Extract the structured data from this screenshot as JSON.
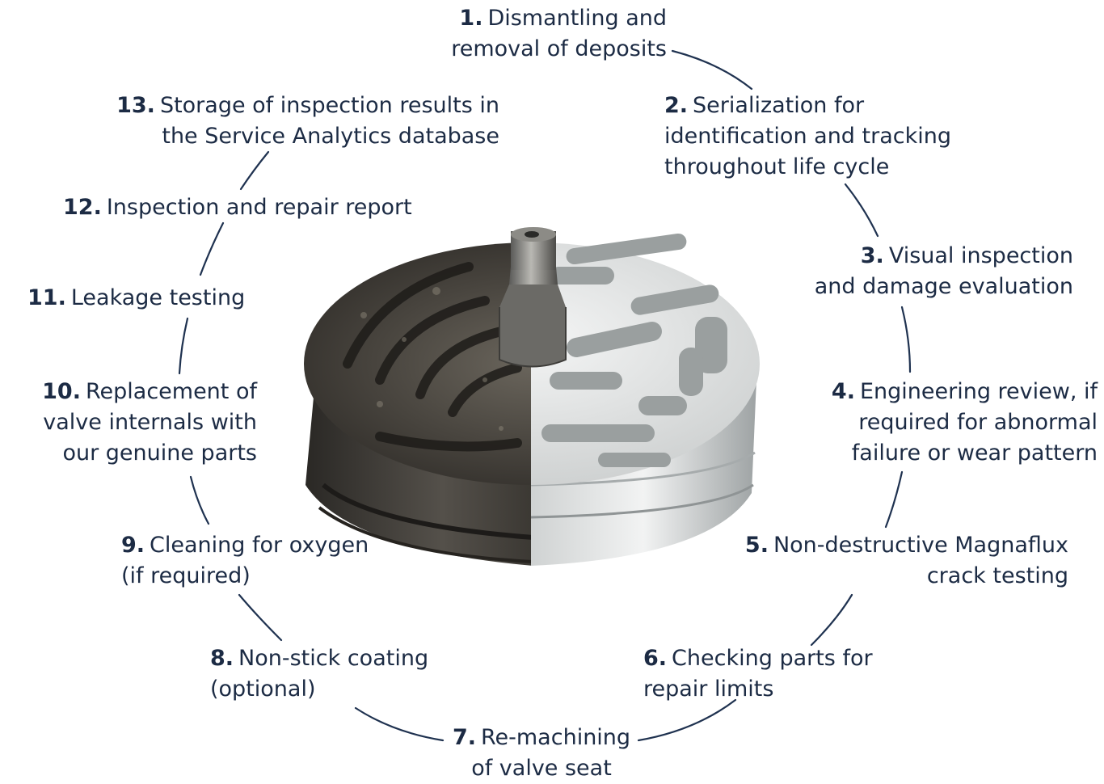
{
  "colors": {
    "text": "#1c2b44",
    "connector": "#1f3250",
    "dirty_deposit": "#3a3733",
    "clean_metal": "#dcdedd"
  },
  "steps": [
    {
      "number": "1.",
      "lines": [
        "Dismantling and",
        "removal of deposits"
      ]
    },
    {
      "number": "2.",
      "lines": [
        "Serialization for",
        "identification and tracking",
        "throughout life cycle"
      ]
    },
    {
      "number": "3.",
      "lines": [
        "Visual inspection",
        "and damage evaluation"
      ]
    },
    {
      "number": "4.",
      "lines": [
        "Engineering review, if",
        "required for abnormal",
        "failure or wear pattern"
      ]
    },
    {
      "number": "5.",
      "lines": [
        "Non-destructive Magnaflux",
        "crack testing"
      ]
    },
    {
      "number": "6.",
      "lines": [
        "Checking parts for",
        "repair limits"
      ]
    },
    {
      "number": "7.",
      "lines": [
        "Re-machining",
        "of valve seat"
      ]
    },
    {
      "number": "8.",
      "lines": [
        "Non-stick coating",
        "(optional)"
      ]
    },
    {
      "number": "9.",
      "lines": [
        "Cleaning for oxygen",
        "(if required)"
      ]
    },
    {
      "number": "10.",
      "lines": [
        "Replacement of",
        "valve internals with",
        "our genuine parts"
      ]
    },
    {
      "number": "11.",
      "lines": [
        "Leakage testing"
      ]
    },
    {
      "number": "12.",
      "lines": [
        "Inspection and repair report"
      ]
    },
    {
      "number": "13.",
      "lines": [
        "Storage of inspection results in",
        "the Service Analytics database"
      ]
    }
  ],
  "image": {
    "name": "valve-photo-before-after-cleaning"
  }
}
